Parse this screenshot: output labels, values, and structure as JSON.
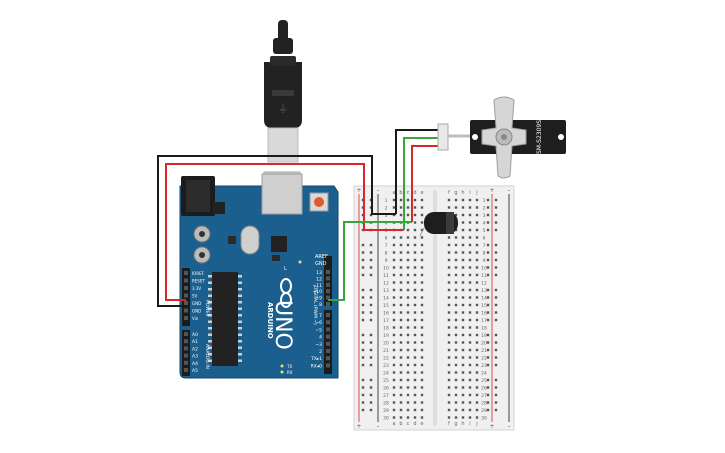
{
  "arduino": {
    "logo_text": "ARDUINO",
    "model": "UNO",
    "aref": "AREF",
    "gnd": "GND",
    "digital_label": "DIGITAL (PWM ~)",
    "power_label": "POWER",
    "analog_label": "ANALOG IN",
    "tx": "TX",
    "rx": "RX",
    "l_label": "L",
    "power_pins": [
      "IOREF",
      "RESET",
      "3.3V",
      "5V",
      "GND",
      "GND",
      "Vin"
    ],
    "analog_pins": [
      "A0",
      "A1",
      "A2",
      "A3",
      "A4",
      "A5"
    ],
    "digital_pins": [
      "13",
      "12",
      "~11",
      "~10",
      "~9",
      "8",
      "7",
      "~6",
      "~5",
      "4",
      "~3",
      "2",
      "TX▸1",
      "RX◂0"
    ]
  },
  "breadboard": {
    "columns_left": [
      "a",
      "b",
      "c",
      "d",
      "e"
    ],
    "columns_right": [
      "f",
      "g",
      "h",
      "i",
      "j"
    ],
    "rows": 30,
    "rail_plus": "+",
    "rail_minus": "-"
  },
  "servo": {
    "label": "SM-S2309S"
  },
  "colors": {
    "board": "#1b5f8e",
    "wire_red": "#d8262b",
    "wire_black": "#1a1a1a",
    "wire_green": "#3aa53a",
    "usb": "#222222"
  }
}
